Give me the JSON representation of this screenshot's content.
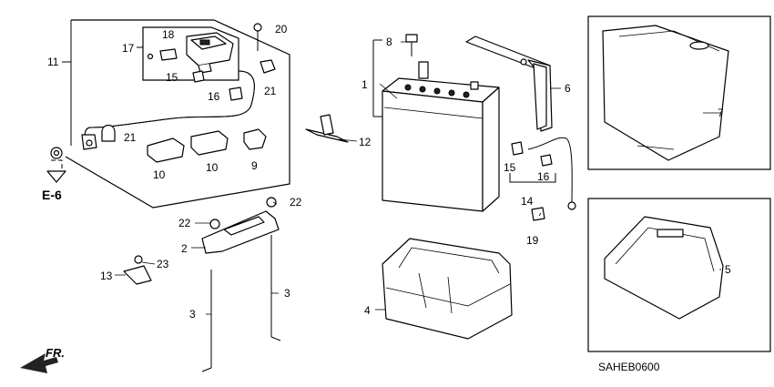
{
  "diagram": {
    "code": "SAHEB0600",
    "ref_section": "E-6",
    "front_label": "FR.",
    "callouts": {
      "c1": "1",
      "c2": "2",
      "c3a": "3",
      "c3b": "3",
      "c4": "4",
      "c5": "5",
      "c6": "6",
      "c7": "7",
      "c8": "8",
      "c9": "9",
      "c10a": "10",
      "c10b": "10",
      "c11": "11",
      "c12": "12",
      "c13": "13",
      "c14": "14",
      "c15a": "15",
      "c15b": "15",
      "c16a": "16",
      "c16b": "16",
      "c17": "17",
      "c18": "18",
      "c19": "19",
      "c20": "20",
      "c21a": "21",
      "c21b": "21",
      "c22a": "22",
      "c22b": "22",
      "c23": "23"
    }
  }
}
